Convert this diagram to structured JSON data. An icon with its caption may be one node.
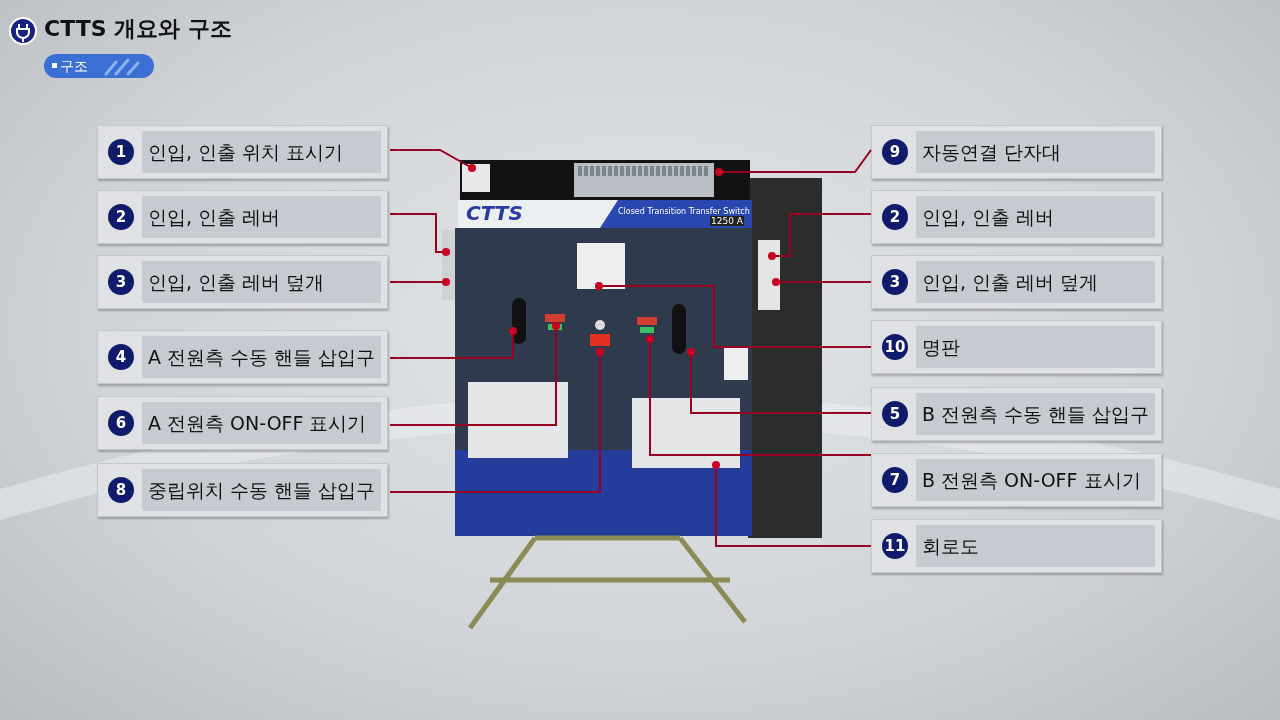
{
  "diagram": {
    "title": "CTTS 개요와 구조",
    "nodes": [
      {
        "text": [
          "1",
          "인입, 인출 위치 표시기"
        ]
      },
      {
        "text": [
          "2",
          "인입, 인출 레버"
        ]
      },
      {
        "text": [
          "3",
          "인입, 인출 레버 덮개"
        ]
      },
      {
        "text": [
          "4",
          "A 전원측 수동 핸들 삽입구"
        ]
      },
      {
        "text": [
          "6",
          "A 전원측 ON-OFF 표시기"
        ]
      },
      {
        "text": [
          "8",
          "중립위치 수동 핸들 삽입구"
        ]
      },
      {
        "text": [
          "9",
          "자동연결 단자대"
        ]
      },
      {
        "text": [
          "2",
          "인입, 인출 레버"
        ]
      },
      {
        "text": [
          "3",
          "인입, 인출 레버 덮게"
        ]
      },
      {
        "text": [
          "10",
          "명판"
        ]
      },
      {
        "text": [
          "5",
          "B 전원측 수동 핸들 삽입구"
        ]
      },
      {
        "text": [
          "7",
          "B 전원측 ON-OFF 표시기"
        ]
      },
      {
        "text": [
          "11",
          "회로도"
        ]
      }
    ],
    "edges": [
      {
        "from": 0,
        "to": null,
        "arrow": "other"
      },
      {
        "from": 1,
        "to": null,
        "arrow": "other"
      },
      {
        "from": 2,
        "to": null,
        "arrow": "other"
      },
      {
        "from": 3,
        "to": null,
        "arrow": "other"
      },
      {
        "from": 4,
        "to": null,
        "arrow": "other"
      },
      {
        "from": 5,
        "to": null,
        "arrow": "other"
      },
      {
        "from": 6,
        "to": null,
        "arrow": "other"
      },
      {
        "from": 7,
        "to": null,
        "arrow": "other"
      },
      {
        "from": 8,
        "to": null,
        "arrow": "other"
      },
      {
        "from": 9,
        "to": null,
        "arrow": "other"
      },
      {
        "from": 10,
        "to": null,
        "arrow": "other"
      },
      {
        "from": 11,
        "to": null,
        "arrow": "other"
      },
      {
        "from": 12,
        "to": null,
        "arrow": "other"
      }
    ],
    "labels": [
      "구조",
      "CTTS",
      "Closed Transition Transfer Switch",
      "1250 A"
    ]
  }
}
